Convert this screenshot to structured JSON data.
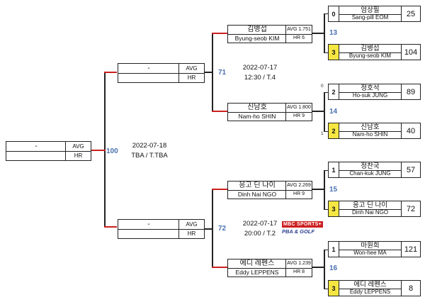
{
  "final": {
    "player": {
      "name": "-",
      "avg_label": "AVG",
      "hr_label": "HR"
    },
    "match_no": "100",
    "date": "2022-07-18",
    "time": "TBA / T.TBA"
  },
  "semis": [
    {
      "player": {
        "name": "-",
        "avg_label": "AVG",
        "hr_label": "HR"
      },
      "match_no": "71",
      "date": "2022-07-17",
      "time": "12:30 / T.4"
    },
    {
      "player": {
        "name": "-",
        "avg_label": "AVG",
        "hr_label": "HR"
      },
      "match_no": "72",
      "date": "2022-07-17",
      "time": "20:00 / T.2"
    }
  ],
  "quarters": [
    {
      "kor": "김병섭",
      "eng": "Byung-seob KIM",
      "avg": "AVG 1.751",
      "hr": "HR 6"
    },
    {
      "kor": "신남호",
      "eng": "Nam-ho SHIN",
      "avg": "AVG 1.800",
      "hr": "HR 9"
    },
    {
      "kor": "응고 딘 나이",
      "eng": "Dinh Nai NGO",
      "avg": "AVG 2.269",
      "hr": "HR 9"
    },
    {
      "kor": "에디 레펜스",
      "eng": "Eddy LEPPENS",
      "avg": "AVG 1.239",
      "hr": "HR 8"
    }
  ],
  "matches": [
    {
      "match_no": "13",
      "top": {
        "seed": "0",
        "kor": "엄상필",
        "eng": "Sang-pill EOM",
        "score": "25"
      },
      "bottom": {
        "seed": "3",
        "kor": "김병섭",
        "eng": "Byung-seob KIM",
        "score": "104"
      }
    },
    {
      "match_no": "14",
      "tie_top": "0",
      "tie_bottom": "1",
      "top": {
        "seed": "2",
        "kor": "정호석",
        "eng": "Ho-suk JUNG",
        "score": "89"
      },
      "bottom": {
        "seed": "2",
        "kor": "신남호",
        "eng": "Nam-ho SHIN",
        "score": "40"
      }
    },
    {
      "match_no": "15",
      "top": {
        "seed": "1",
        "kor": "정찬국",
        "eng": "Chan-kuk JUNG",
        "score": "57"
      },
      "bottom": {
        "seed": "3",
        "kor": "응고 딘 나이",
        "eng": "Dinh Nai NGO",
        "score": "72"
      }
    },
    {
      "match_no": "16",
      "top": {
        "seed": "1",
        "kor": "마원희",
        "eng": "Won-hee MA",
        "score": "121"
      },
      "bottom": {
        "seed": "3",
        "kor": "에디 레펜스",
        "eng": "Eddy LEPPENS",
        "score": "8"
      }
    }
  ],
  "broadcaster": {
    "line1": "MBC SPORTS+",
    "line2": "PBA & GOLF"
  },
  "colors": {
    "winner": "#f5e642",
    "match_no": "#4a6fb0",
    "line_red": "#cc2020"
  }
}
